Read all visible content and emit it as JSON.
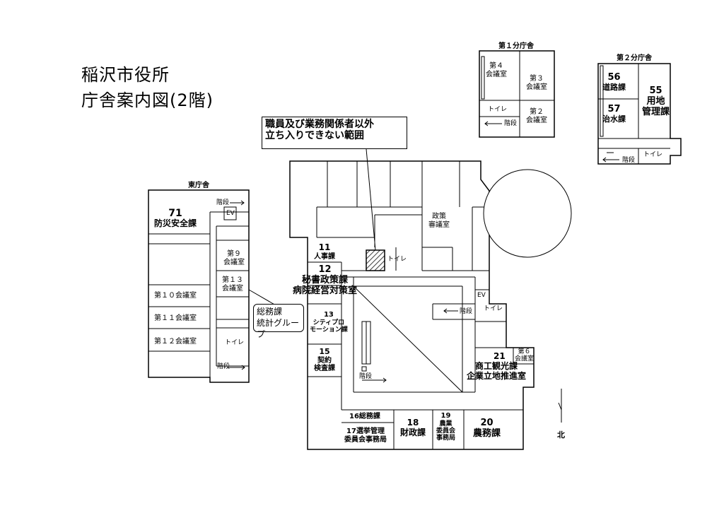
{
  "title": {
    "line1": "稲沢市役所",
    "line2": "庁舎案内図(2階)"
  },
  "notice": {
    "line1": "職員及び業務関係者以外",
    "line2": "立ち入りできない範囲"
  },
  "annex1": {
    "header": "第１分庁舎",
    "room4": {
      "l1": "第４",
      "l2": "会議室"
    },
    "room3": {
      "l1": "第３",
      "l2": "会議室"
    },
    "room2": {
      "l1": "第２",
      "l2": "会議室"
    },
    "toilet": "トイレ",
    "stairs": "階段"
  },
  "annex2": {
    "header": "第２分庁舎",
    "d56": {
      "num": "56",
      "name": "道路課"
    },
    "d57": {
      "num": "57",
      "name": "治水課"
    },
    "d55": {
      "num": "55",
      "l1": "用地",
      "l2": "管理課"
    },
    "toilet": "トイレ",
    "stairs": "階段"
  },
  "east": {
    "header": "東庁舎",
    "stairs_top": "階段",
    "ev": "EV",
    "d71": {
      "num": "71",
      "name": "防災安全課"
    },
    "room9": {
      "l1": "第９",
      "l2": "会議室"
    },
    "room13": {
      "l1": "第１３",
      "l2": "会議室"
    },
    "room10": "第１０会議室",
    "room11": "第１１会議室",
    "room12": "第１２会議室",
    "toilet": "トイレ",
    "stairs_bottom": "階段"
  },
  "callout": {
    "l1": "総務課",
    "l2": "統計グループ"
  },
  "main": {
    "policy_room": {
      "l1": "政策",
      "l2": "審議室"
    },
    "toilet_top": "トイレ",
    "d11": {
      "num": "11",
      "name": "人事課"
    },
    "d12": {
      "num": "12",
      "l1": "秘書政策課",
      "l2": "病院経営対策室"
    },
    "d13": {
      "num": "13",
      "l1": "シティプロ",
      "l2": "モーション課"
    },
    "d15": {
      "num": "15",
      "l1": "契約",
      "l2": "検査課"
    },
    "ev": "EV",
    "stairs_right": "階段",
    "toilet_right": "トイレ",
    "stairs_inner": "階段",
    "d21": {
      "num": "21",
      "l1": "商工観光課",
      "l2": "企業立地推進室"
    },
    "room6": {
      "l1": "第６",
      "l2": "会議室"
    },
    "d16": {
      "label": "16総務課"
    },
    "d17": {
      "l1": "17選挙管理",
      "l2": "委員会事務局"
    },
    "d18": {
      "num": "18",
      "name": "財政課"
    },
    "d19": {
      "num": "19",
      "l1": "農業",
      "l2": "委員会",
      "l3": "事務局"
    },
    "d20": {
      "num": "20",
      "name": "農務課"
    }
  },
  "compass": "北"
}
